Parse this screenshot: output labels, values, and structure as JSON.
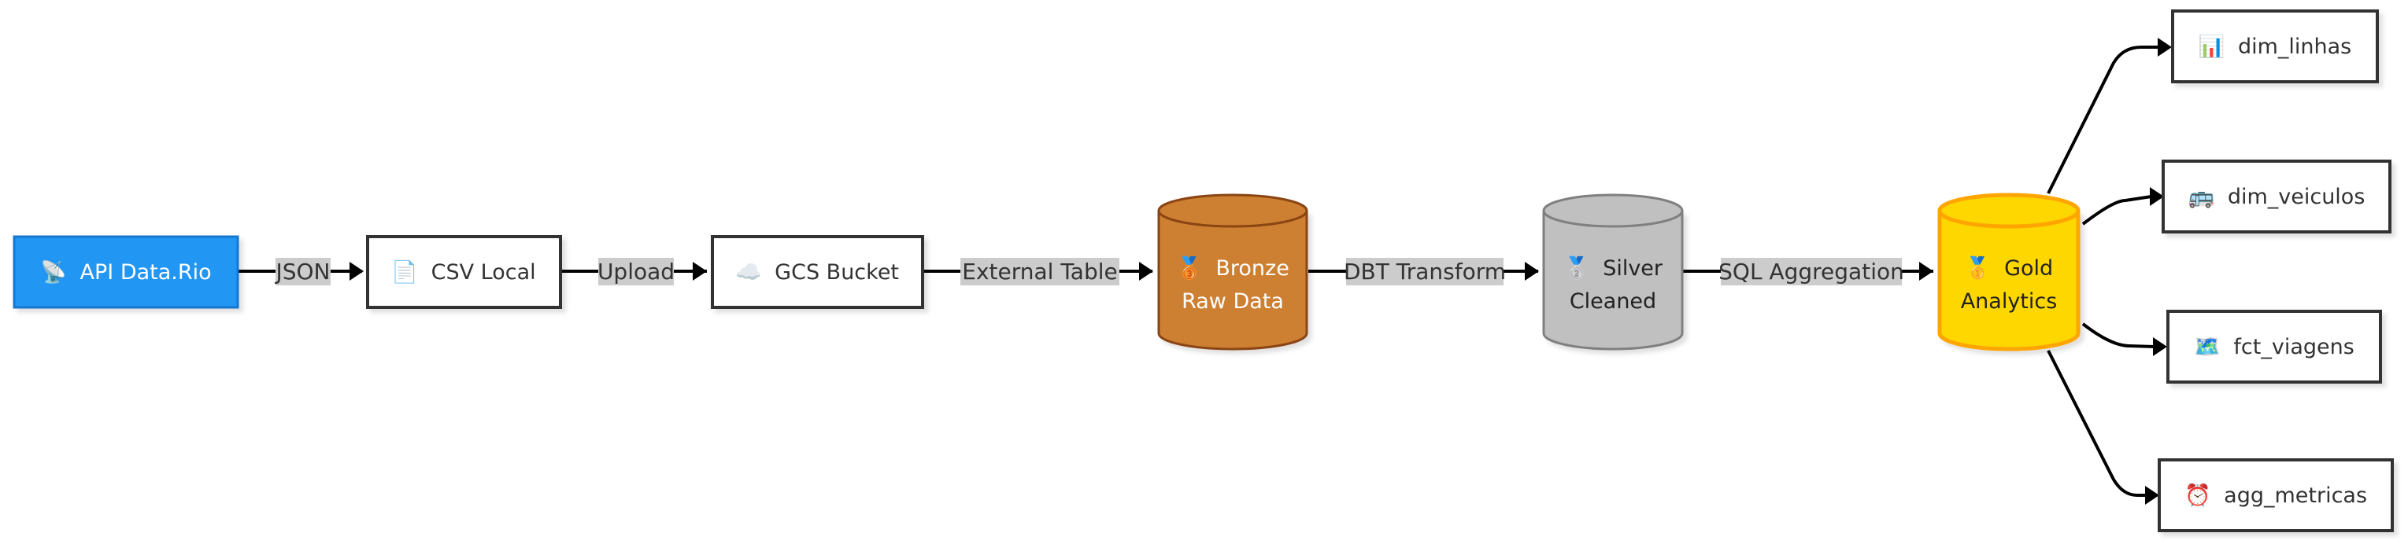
{
  "nodes": {
    "api": {
      "icon": "satellite-antenna-icon",
      "glyph": "📡",
      "label": "API Data.Rio"
    },
    "csv": {
      "icon": "page-icon",
      "glyph": "📄",
      "label": "CSV Local"
    },
    "gcs": {
      "icon": "cloud-icon",
      "glyph": "☁️",
      "label": "GCS Bucket"
    },
    "bronze": {
      "icon": "bronze-medal-icon",
      "glyph": "🥉",
      "label": "Bronze",
      "sublabel": "Raw Data"
    },
    "silver": {
      "icon": "silver-medal-icon",
      "glyph": "🥈",
      "label": "Silver",
      "sublabel": "Cleaned"
    },
    "gold": {
      "icon": "gold-medal-icon",
      "glyph": "🥇",
      "label": "Gold",
      "sublabel": "Analytics"
    },
    "linhas": {
      "icon": "bar-chart-icon",
      "glyph": "📊",
      "label": "dim_linhas"
    },
    "veiculos": {
      "icon": "bus-icon",
      "glyph": "🚌",
      "label": "dim_veiculos"
    },
    "viagens": {
      "icon": "map-icon",
      "glyph": "🗺️",
      "label": "fct_viagens"
    },
    "metricas": {
      "icon": "alarm-clock-icon",
      "glyph": "⏰",
      "label": "agg_metricas"
    }
  },
  "edges": {
    "json": "JSON",
    "upload": "Upload",
    "external": "External Table",
    "dbt": "DBT Transform",
    "sql": "SQL Aggregation"
  },
  "colors": {
    "api_fill": "#2196F3",
    "api_stroke": "#1976D2",
    "bronze_fill": "#CD7F32",
    "bronze_stroke": "#8B4513",
    "silver_fill": "#C0C0C0",
    "silver_stroke": "#808080",
    "gold_fill": "#FFD700",
    "gold_stroke": "#FFA500",
    "box_stroke": "#333333",
    "edge_label_bg": "#cccccc"
  }
}
